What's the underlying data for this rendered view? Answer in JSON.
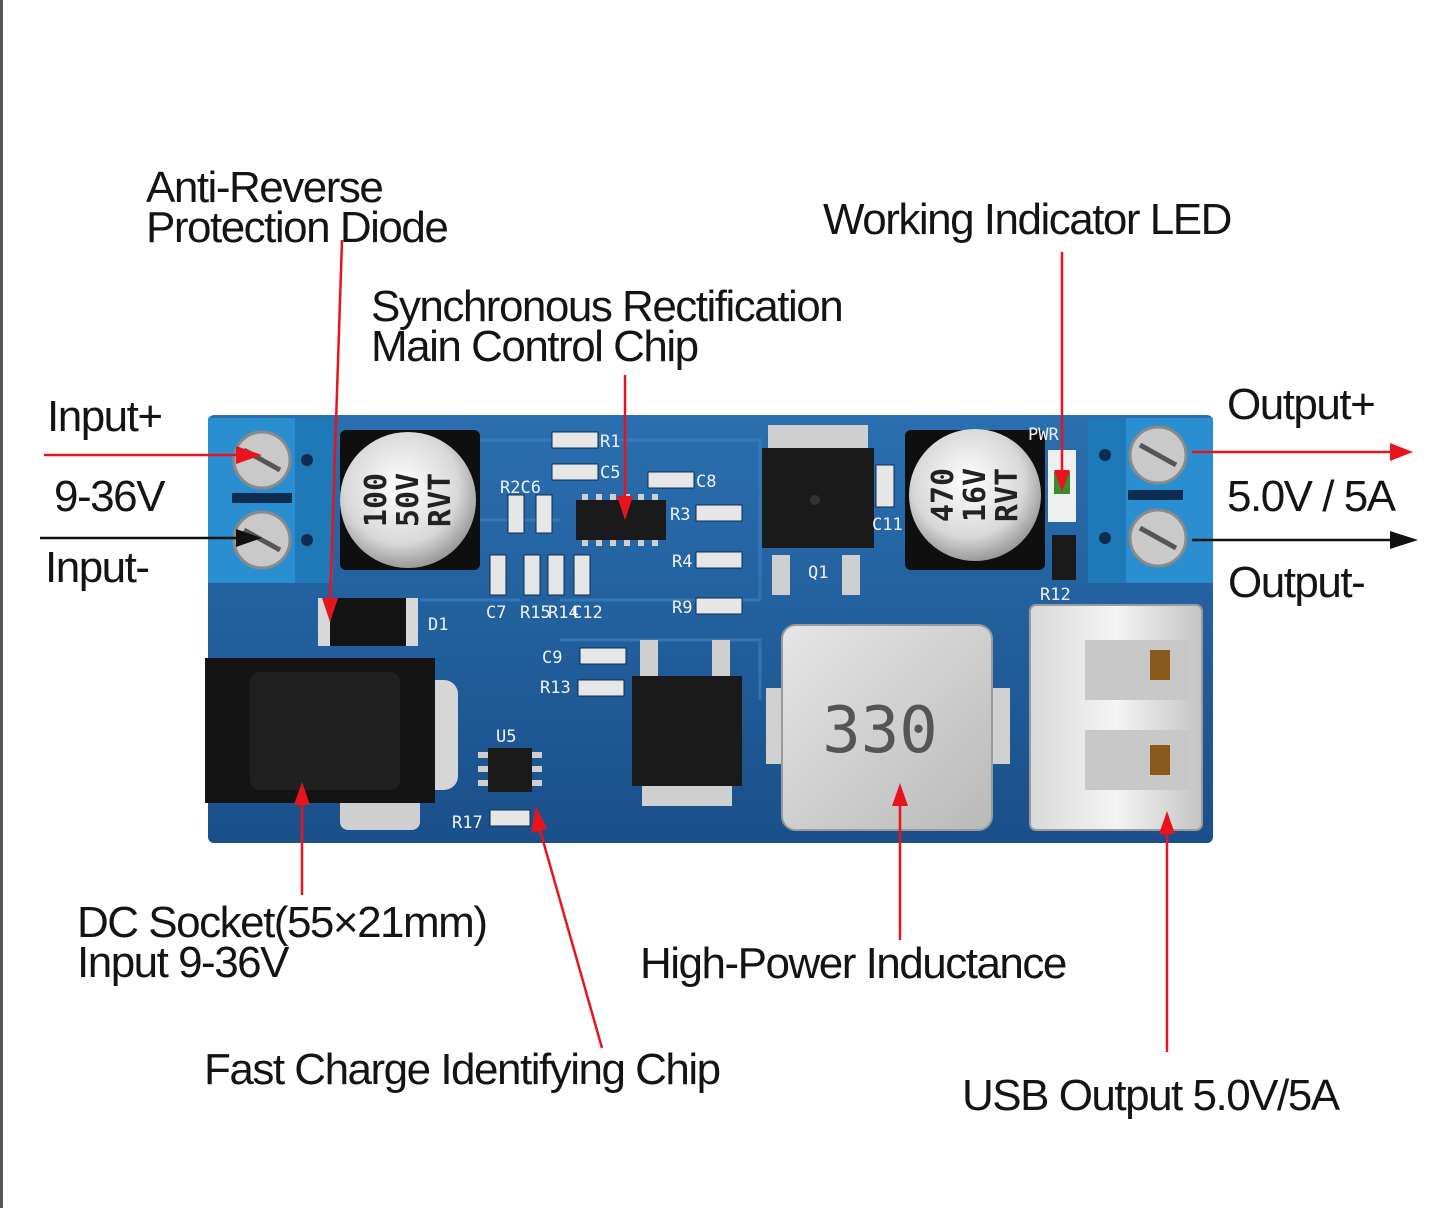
{
  "labels": {
    "anti_reverse": [
      "Anti-Reverse",
      "Protection Diode"
    ],
    "working_led": "Working Indicator LED",
    "sync_chip": [
      "Synchronous Rectification",
      "Main Control Chip"
    ],
    "input_plus": "Input+",
    "input_voltage": "9-36V",
    "input_minus": "Input-",
    "output_plus": "Output+",
    "output_voltage": "5.0V / 5A",
    "output_minus": "Output-",
    "dc_socket": [
      "DC Socket(55×21mm)",
      "Input 9-36V"
    ],
    "inductance": "High-Power Inductance",
    "fast_charge": "Fast Charge Identifying Chip",
    "usb_output": "USB Output 5.0V/5A"
  },
  "board": {
    "cap_left": [
      "100",
      "50V",
      "RVT"
    ],
    "cap_right": [
      "470",
      "16V",
      "RVT"
    ],
    "inductor_marking": "330",
    "silkscreen": [
      "R1",
      "C5",
      "C8",
      "R2C6",
      "R3",
      "R4",
      "R9",
      "C7",
      "R15",
      "R14",
      "C12",
      "C9",
      "R13",
      "U5",
      "R17",
      "D1",
      "C11",
      "PWR",
      "R12",
      "Q1"
    ]
  },
  "colors": {
    "pcb": "#1f5f9f",
    "terminal": "#2a8fd0",
    "pointer": "#e8141c"
  }
}
